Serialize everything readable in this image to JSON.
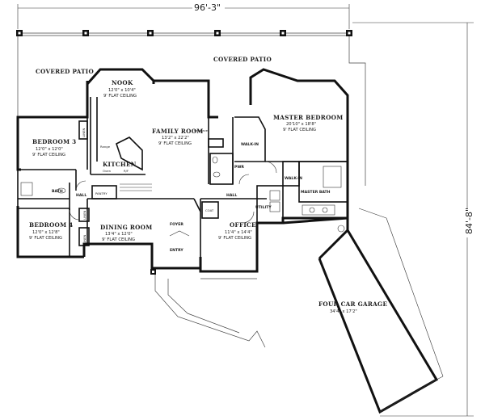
{
  "overall": {
    "width_label": "96'-3\"",
    "depth_label": "84'-8\""
  },
  "patios": {
    "left": "COVERED PATIO",
    "center": "COVERED PATIO"
  },
  "rooms": {
    "nook": {
      "name": "NOOK",
      "dims": "12'0\" x 10'4\"",
      "ceiling": "9' FLAT CEILING"
    },
    "family": {
      "name": "FAMILY ROOM",
      "dims": "13'2\" x 22'2\"",
      "ceiling": "9' FLAT CEILING"
    },
    "master": {
      "name": "MASTER BEDROOM",
      "dims": "20'10\" x 18'8\"",
      "ceiling": "9' FLAT CEILING"
    },
    "bed3": {
      "name": "BEDROOM 3",
      "dims": "12'0\" x 12'0\"",
      "ceiling": "9' FLAT CEILING"
    },
    "bed4": {
      "name": "BEDROOM 4",
      "dims": "12'0\" x 12'8\"",
      "ceiling": "9' FLAT CEILING"
    },
    "kitchen": {
      "name": "KITCHEN"
    },
    "dining": {
      "name": "DINING ROOM",
      "dims": "13'4\" x 12'0\"",
      "ceiling": "9' FLAT CEILING"
    },
    "office": {
      "name": "OFFICE",
      "dims": "11'4\" x 14'4\"",
      "ceiling": "9' FLAT CEILING"
    },
    "garage": {
      "name": "FOUR CAR GARAGE",
      "dims": "34'4\" x 17'2\""
    }
  },
  "labels": {
    "walkin1": "WALK-IN",
    "walkin2": "WALK-IN",
    "master_bath": "MASTER BATH",
    "pwr": "PWR",
    "hall1": "HALL",
    "hall2": "HALL",
    "bath": "BATH",
    "foyer": "FOYER",
    "entry": "ENTRY",
    "coat": "COAT",
    "utility": "UTILITY",
    "pantry": "PANTRY",
    "linen1": "LINEN",
    "linen2": "LINEN",
    "linen3": "LINEN",
    "fireplace": "Fireplace",
    "range": "Range",
    "oven": "Oven",
    "rf": "R/F"
  }
}
